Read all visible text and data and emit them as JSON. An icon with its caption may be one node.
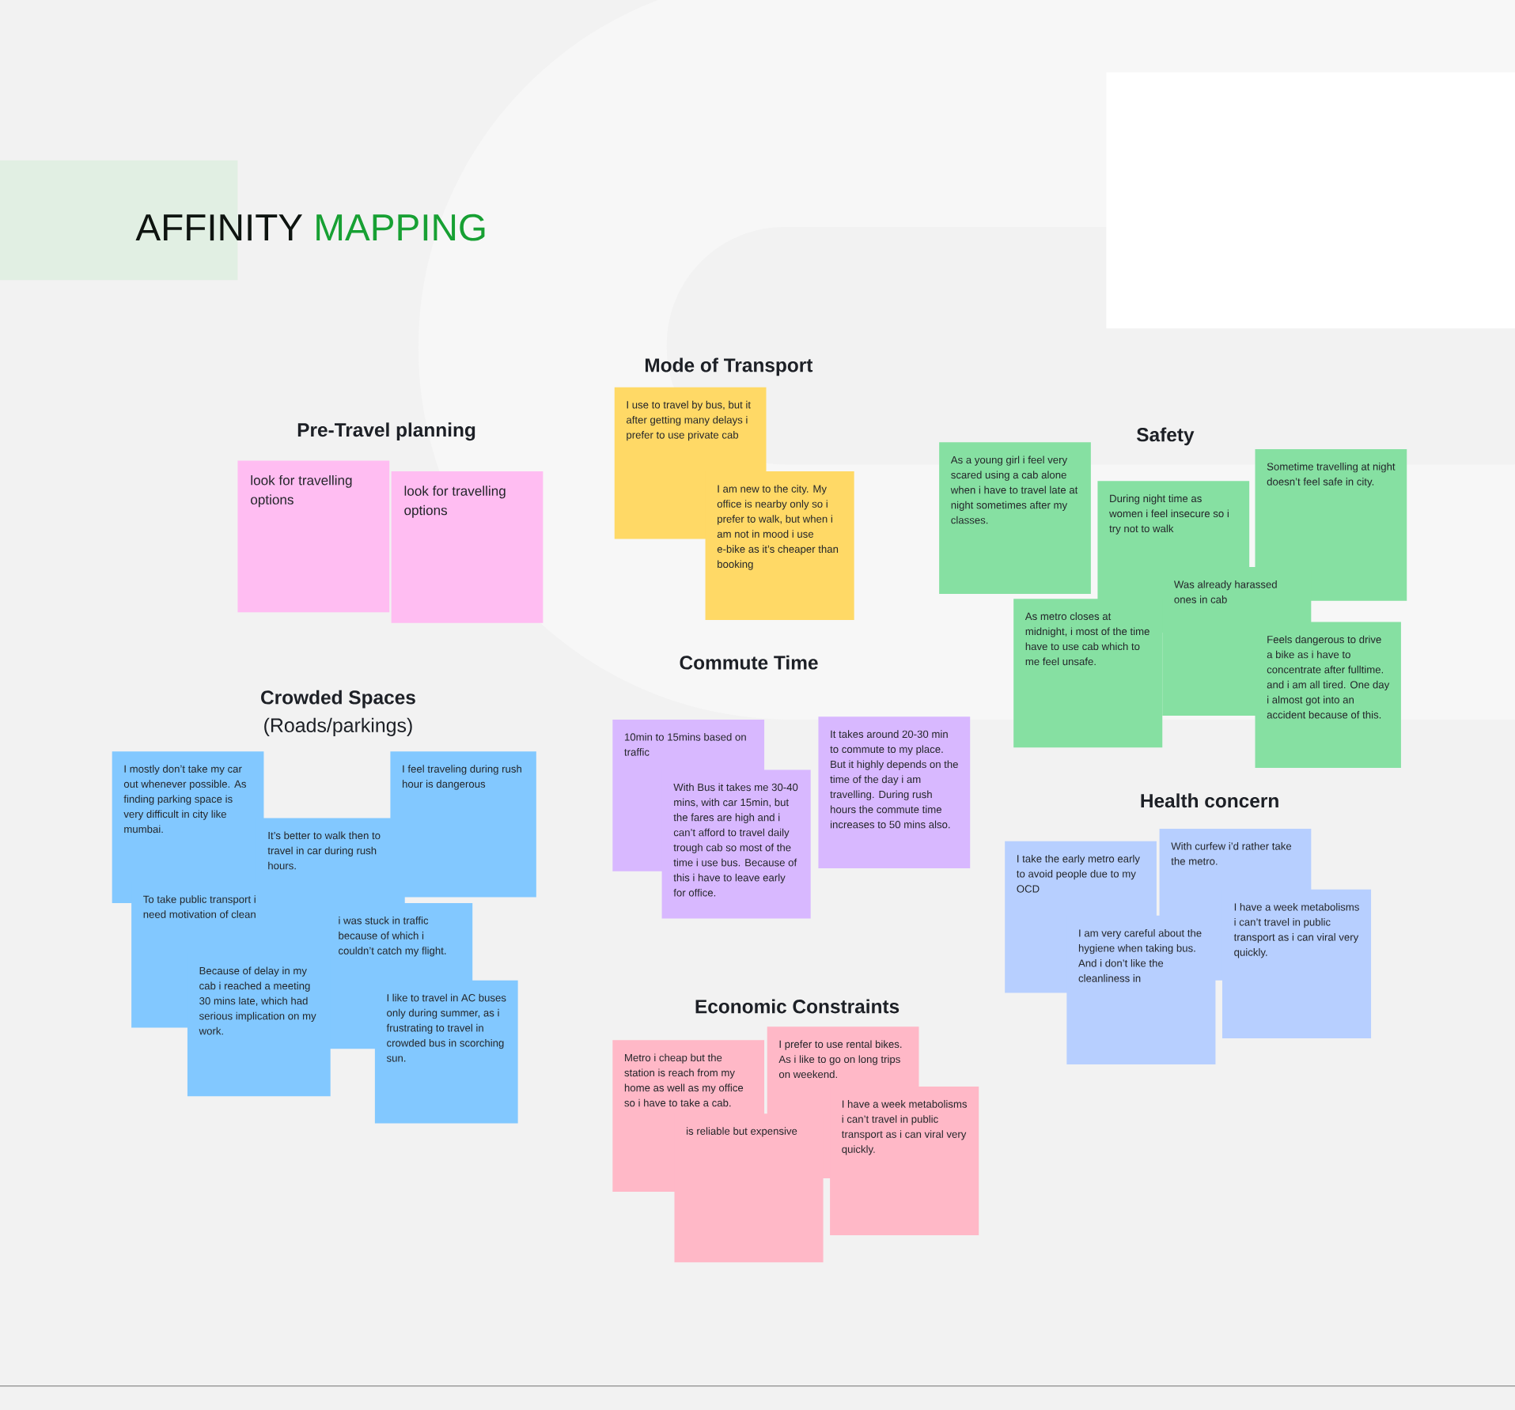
{
  "diagram": {
    "title": "AFFINITY MAPPING",
    "nodes": [
      {
        "text": [
          "look for travelling options"
        ]
      },
      {
        "text": [
          "look for travelling options"
        ]
      },
      {
        "text": [
          "I use to travel by bus, but it after getting many delays i prefer to use private cab"
        ]
      },
      {
        "text": [
          "I am new to the city. My office is nearby only so i prefer to walk, but when i am not in mood i use e-bike as it’s cheaper than booking"
        ]
      },
      {
        "text": [
          "As a young girl i feel very scared using a cab alone when i have to travel late at night sometimes after my classes."
        ]
      },
      {
        "text": [
          "During night time as women i feel insecure so i try not to walk"
        ]
      },
      {
        "text": [
          "Sometime travelling at night doesn’t feel safe in city."
        ]
      },
      {
        "text": [
          "Was already harassed ones in cab"
        ]
      },
      {
        "text": [
          "As metro closes at midnight, i most of the time have to use cab which to me feel unsafe."
        ]
      },
      {
        "text": [
          "Feels dangerous to drive a bike as i have to concentrate after fulltime. and i am all tired. One day i almost got into an accident because of this."
        ]
      },
      {
        "text": [
          "I mostly don’t take my car out whenever possible. As finding parking space is very difficult in city like mumbai."
        ]
      },
      {
        "text": [
          "It’s better to walk then to travel in car during rush hours."
        ]
      },
      {
        "text": [
          "I feel traveling during rush hour is dangerous"
        ]
      },
      {
        "text": [
          "To take public transport i need motivation of clean"
        ]
      },
      {
        "text": [
          "i was stuck in traffic because of which i couldn’t catch my flight."
        ]
      },
      {
        "text": [
          "Because of delay in my cab i reached a meeting 30 mins late, which had serious implication on my work."
        ]
      },
      {
        "text": [
          "I like to travel in AC buses only during summer, as i frustrating to travel in crowded bus in scorching sun."
        ]
      },
      {
        "text": [
          "10min to 15mins based on traffic"
        ]
      },
      {
        "text": [
          "It takes around 20-30 min to commute to my place. But it highly depends on the time of the day i am travelling. During rush hours the commute time increases to 50 mins also."
        ]
      },
      {
        "text": [
          "With Bus it takes me 30-40 mins, with car 15min, but the fares are high and i can’t afford to travel daily trough cab so most of the time i use bus. Because of this i have to leave early for office."
        ]
      },
      {
        "text": [
          "I take the early metro early to avoid people due to my OCD"
        ]
      },
      {
        "text": [
          "With curfew i’d rather take the metro."
        ]
      },
      {
        "text": [
          "I am very careful about the hygiene when taking bus. And i don’t like the cleanliness in"
        ]
      },
      {
        "text": [
          "I have a week metabolisms i can’t travel in public transport as i can viral very quickly."
        ]
      },
      {
        "text": [
          "Metro i cheap but the station is reach from my home as well as my office so i have to take a cab."
        ]
      },
      {
        "text": [
          "I prefer to use rental bikes. As i like to go on long trips on weekend."
        ]
      },
      {
        "text": [
          "is reliable but expensive"
        ]
      },
      {
        "text": [
          "I have a week metabolisms i can’t travel in public transport as i can viral very quickly."
        ]
      }
    ],
    "labels": [
      "Pre-Travel planning",
      "Mode of Transport",
      "Safety",
      "Crowded Spaces",
      "(Roads/parkings)",
      "Commute Time",
      "Health concern",
      "Economic Constraints"
    ]
  }
}
